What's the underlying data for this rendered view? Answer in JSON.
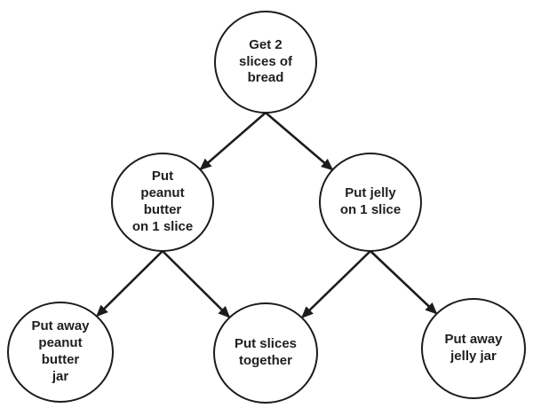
{
  "diagram": {
    "type": "flowchart-tree",
    "colors": {
      "ink": "#1c1c1c",
      "text": "#1f1f1f",
      "background": "#ffffff"
    },
    "nodes": [
      {
        "id": "get-bread",
        "label": "Get 2\nslices of\nbread"
      },
      {
        "id": "put-peanut-butter",
        "label": "Put\npeanut\nbutter\non 1 slice"
      },
      {
        "id": "put-jelly",
        "label": "Put jelly\non 1 slice"
      },
      {
        "id": "put-away-peanut-butter-jar",
        "label": "Put away\npeanut\nbutter\njar"
      },
      {
        "id": "put-slices-together",
        "label": "Put slices\ntogether"
      },
      {
        "id": "put-away-jelly-jar",
        "label": "Put away\njelly jar"
      }
    ],
    "edges": [
      {
        "from": "get-bread",
        "to": "put-peanut-butter"
      },
      {
        "from": "get-bread",
        "to": "put-jelly"
      },
      {
        "from": "put-peanut-butter",
        "to": "put-away-peanut-butter-jar"
      },
      {
        "from": "put-peanut-butter",
        "to": "put-slices-together"
      },
      {
        "from": "put-jelly",
        "to": "put-slices-together"
      },
      {
        "from": "put-jelly",
        "to": "put-away-jelly-jar"
      }
    ]
  }
}
